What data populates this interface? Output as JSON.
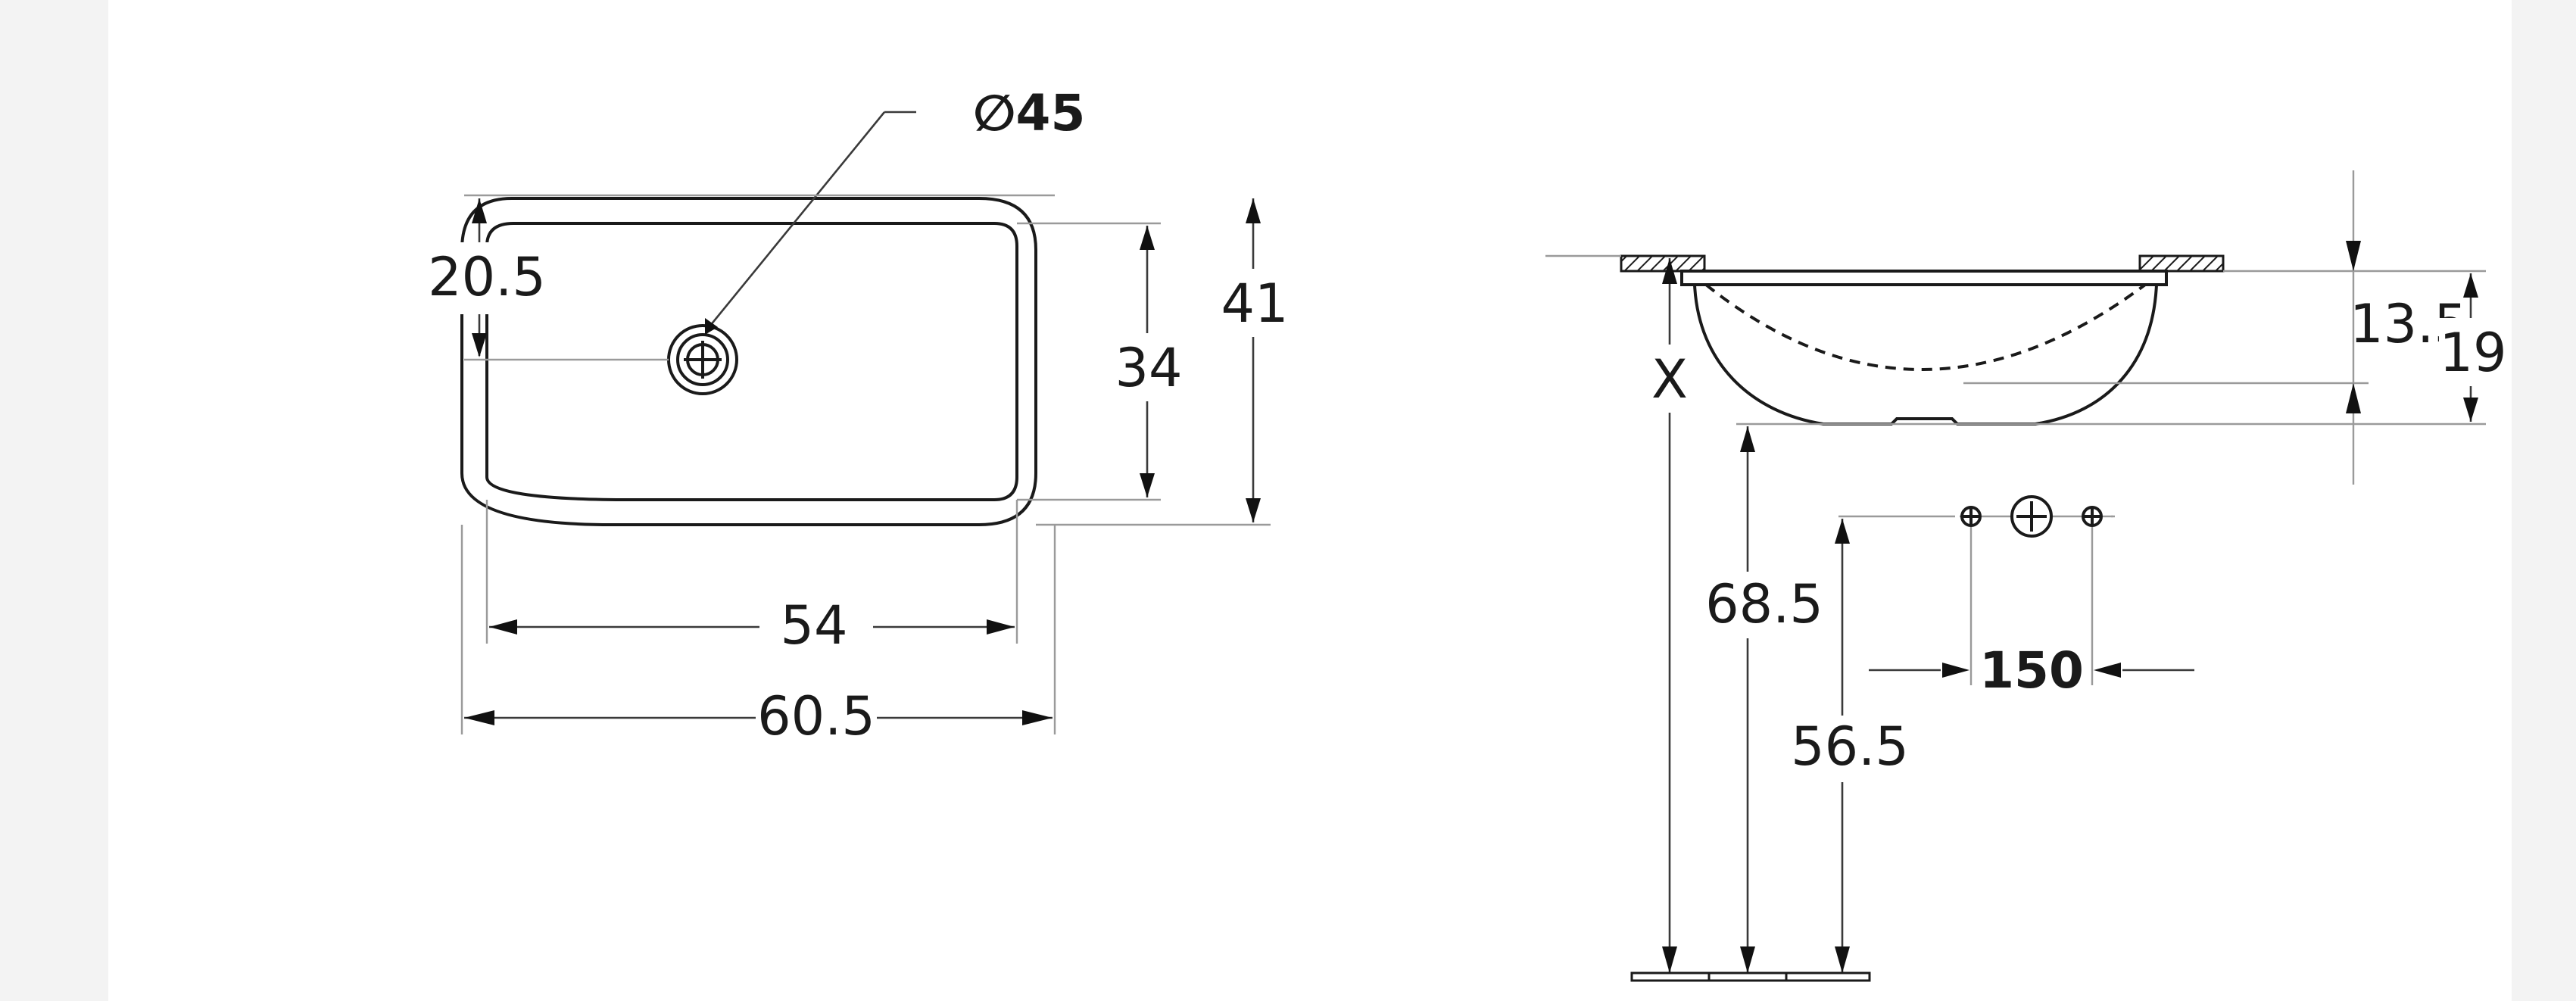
{
  "top_view": {
    "drain_diameter": "∅45",
    "drain_offset": "20.5",
    "inner_depth": "34",
    "outer_depth": "41",
    "inner_width": "54",
    "outer_width": "60.5"
  },
  "side_view": {
    "total_height_symbol": "X",
    "rim_to_bottom": "13.5",
    "bowl_depth": "19",
    "bottom_height": "68.5",
    "tap_height": "56.5",
    "tap_spacing": "150"
  }
}
